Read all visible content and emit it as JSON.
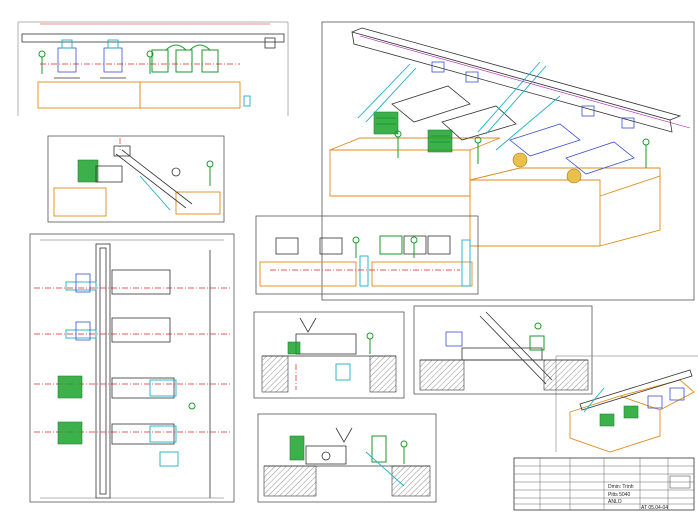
{
  "title_block": {
    "row1": "Dmin: Trinh",
    "row2": "Pitts 5040",
    "row3": "ANLO",
    "drawing_no": "AT 05.04-04"
  },
  "colors": {
    "base": "#e08a1e",
    "cyan": "#1ab0c8",
    "green": "#1a9a2a",
    "blue": "#3a4fd0",
    "dimension": "#d22222"
  },
  "views": [
    {
      "name": "side-elevation-top-left"
    },
    {
      "name": "isometric-view-large"
    },
    {
      "name": "mixer-conveyor-elevation"
    },
    {
      "name": "plan-view"
    },
    {
      "name": "front-elevation-center"
    },
    {
      "name": "section-detail-left"
    },
    {
      "name": "conveyor-section-right"
    },
    {
      "name": "isometric-view-small"
    },
    {
      "name": "section-detail-bottom"
    }
  ]
}
